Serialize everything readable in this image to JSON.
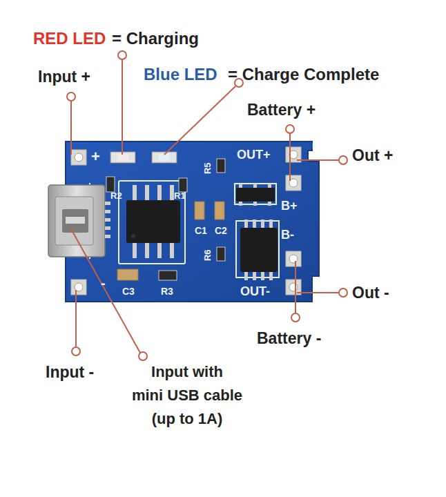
{
  "diagram": {
    "labels": [
      "RED LED",
      "= Charging",
      "Input +",
      "Blue LED",
      "= Charge Complete",
      "Battery +",
      "Out +",
      "+",
      "R2",
      "R1",
      "R5",
      "OUT+",
      "k",
      "C1",
      "C2",
      "R6",
      "B+",
      "B-",
      "-",
      "C3",
      "R3",
      "OUT-",
      "Out -",
      "Battery -",
      "Input -",
      "Input with mini USB cable (up to 1A)"
    ]
  }
}
